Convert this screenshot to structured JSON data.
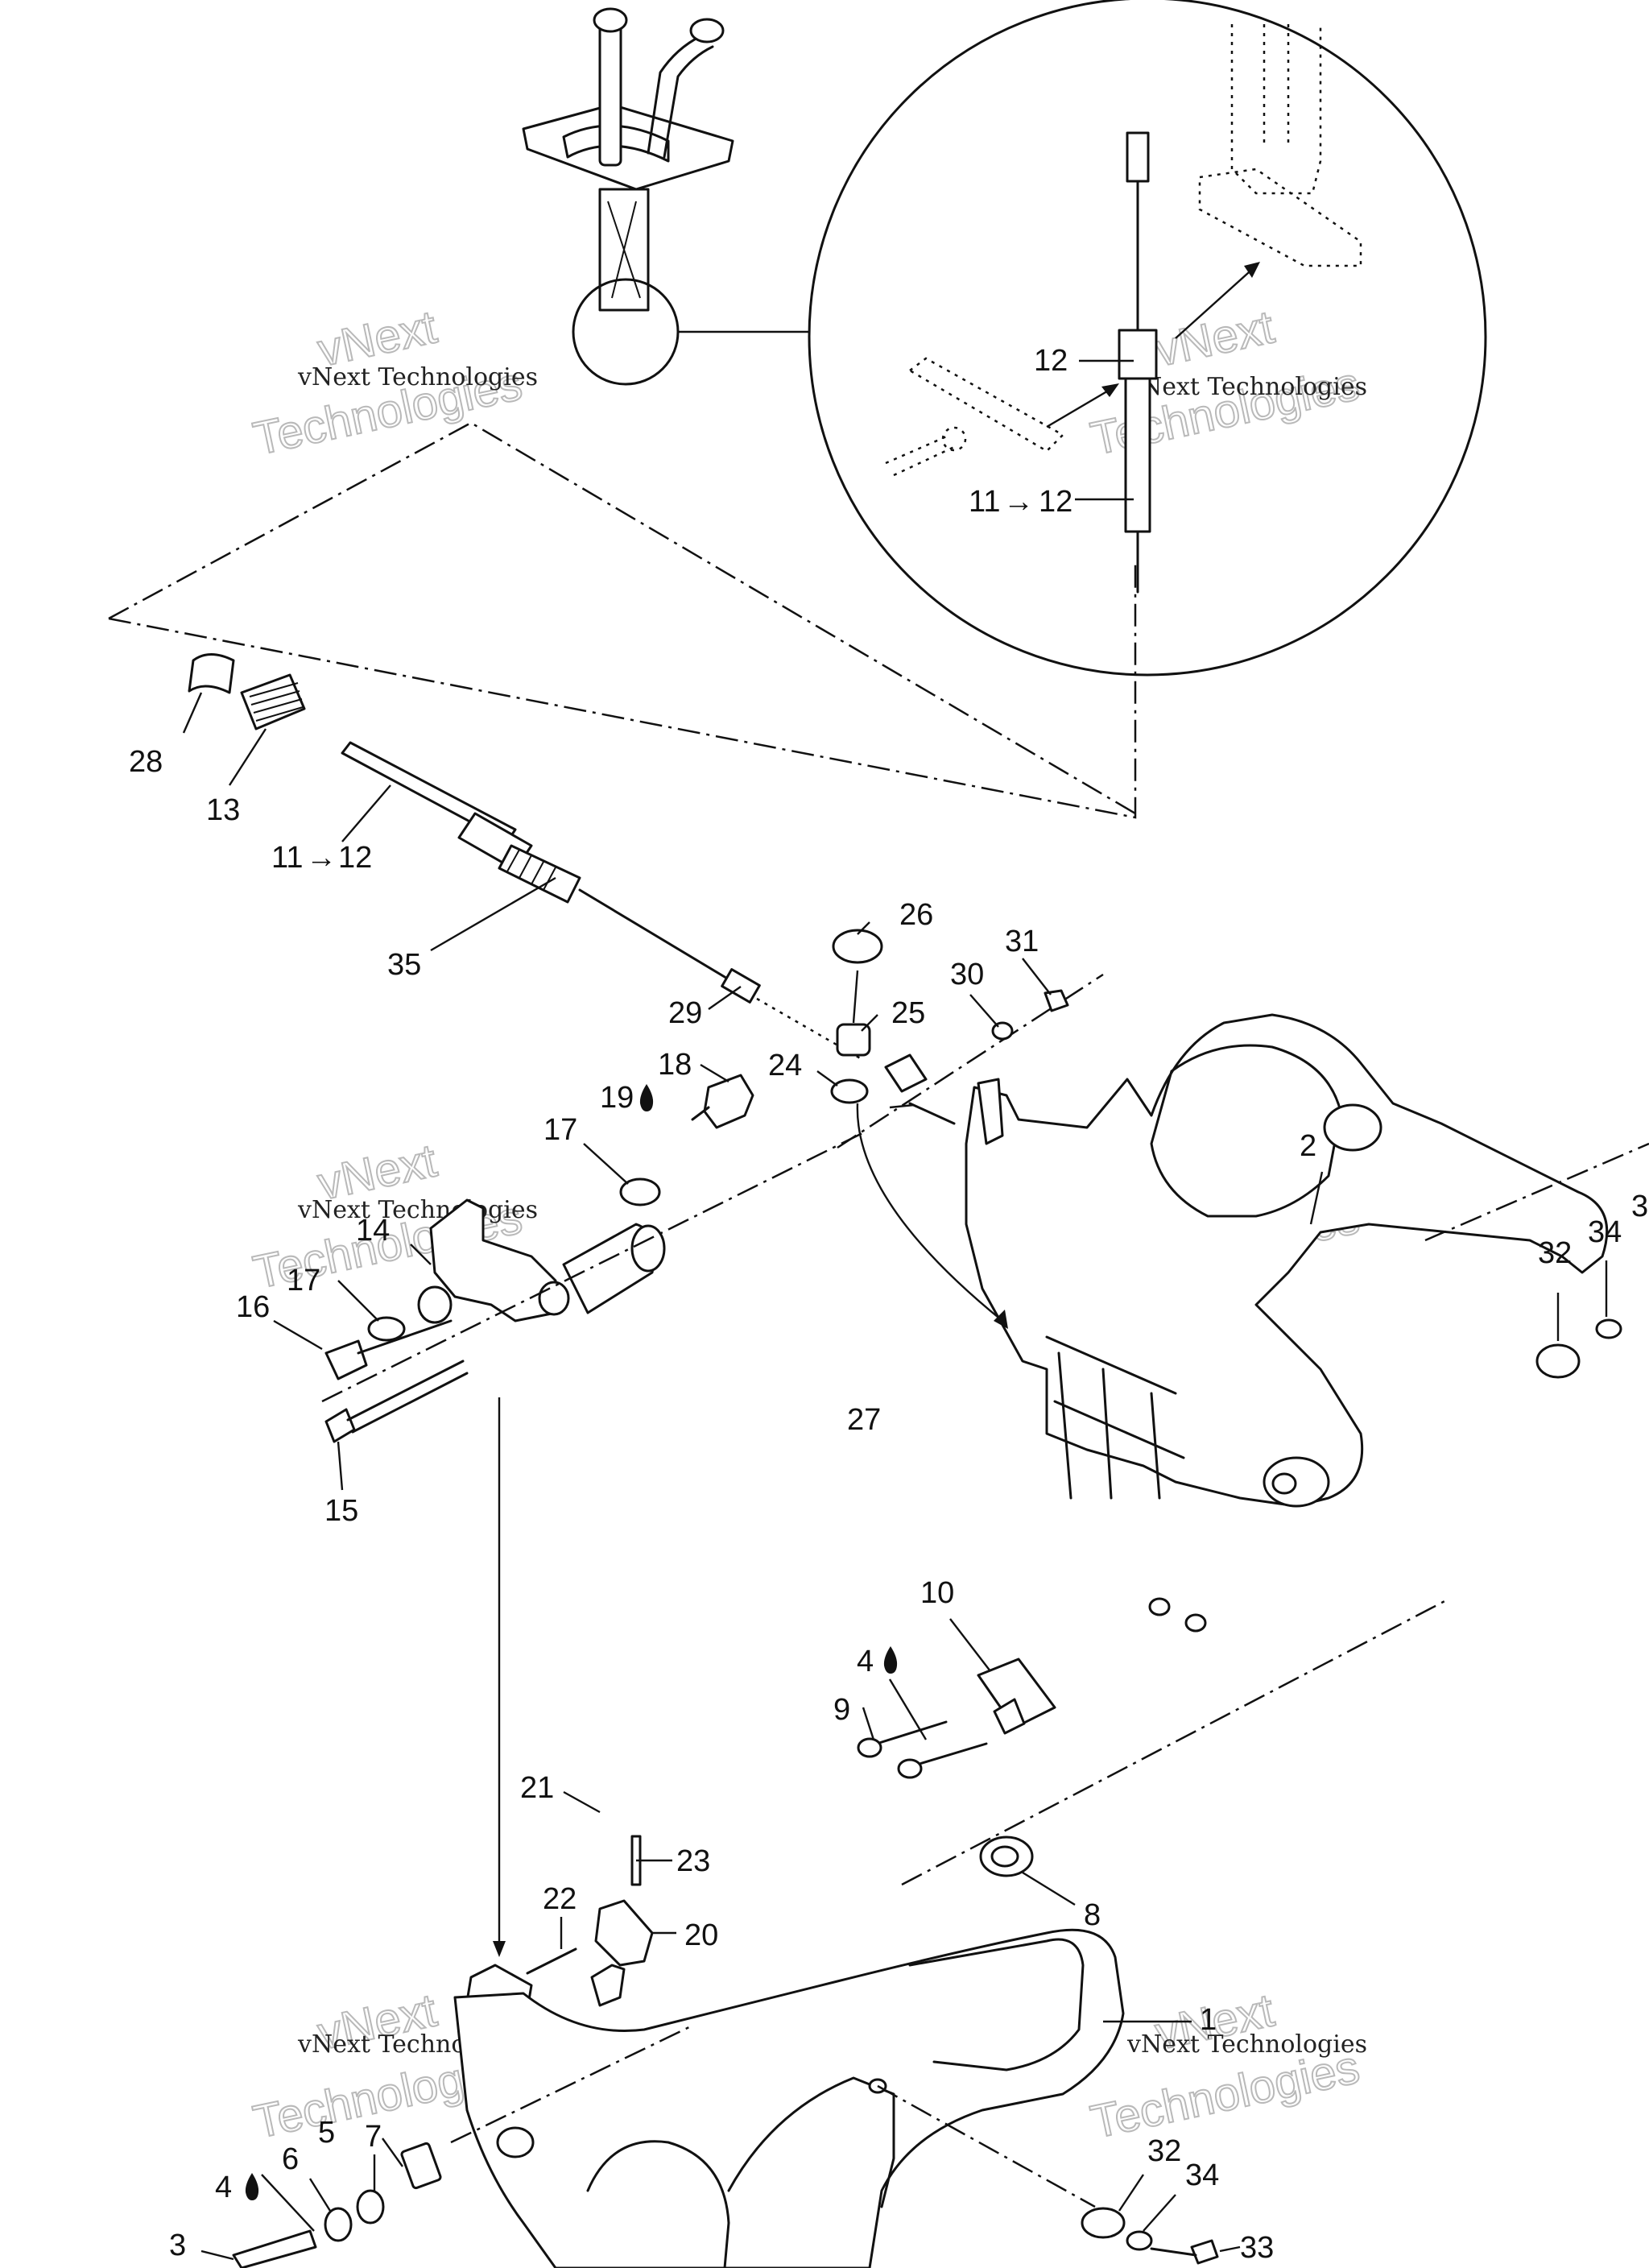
{
  "watermark": {
    "line1": "vNext",
    "line2": "Technologies",
    "small_caption": "vNext Technologies"
  },
  "callouts": {
    "c1": "1",
    "c2": "2",
    "c3a": "3",
    "c3b": "3",
    "c4a": "4",
    "c4b": "4",
    "c5": "5",
    "c6": "6",
    "c7": "7",
    "c8": "8",
    "c9": "9",
    "c10": "10",
    "c11a": "11",
    "c12a": "12",
    "c11b": "11",
    "c12b": "12",
    "c12c": "12",
    "c13": "13",
    "c14": "14",
    "c15": "15",
    "c16": "16",
    "c17a": "17",
    "c17b": "17",
    "c18": "18",
    "c19": "19",
    "c20": "20",
    "c21": "21",
    "c22": "22",
    "c23": "23",
    "c24": "24",
    "c25": "25",
    "c26": "26",
    "c27": "27",
    "c28": "28",
    "c29": "29",
    "c30": "30",
    "c31": "31",
    "c32a": "32",
    "c32b": "32",
    "c33": "33",
    "c34a": "34",
    "c34b": "34",
    "c35": "35"
  },
  "symbols": {
    "arrow": "→",
    "drop": "drop-icon"
  }
}
